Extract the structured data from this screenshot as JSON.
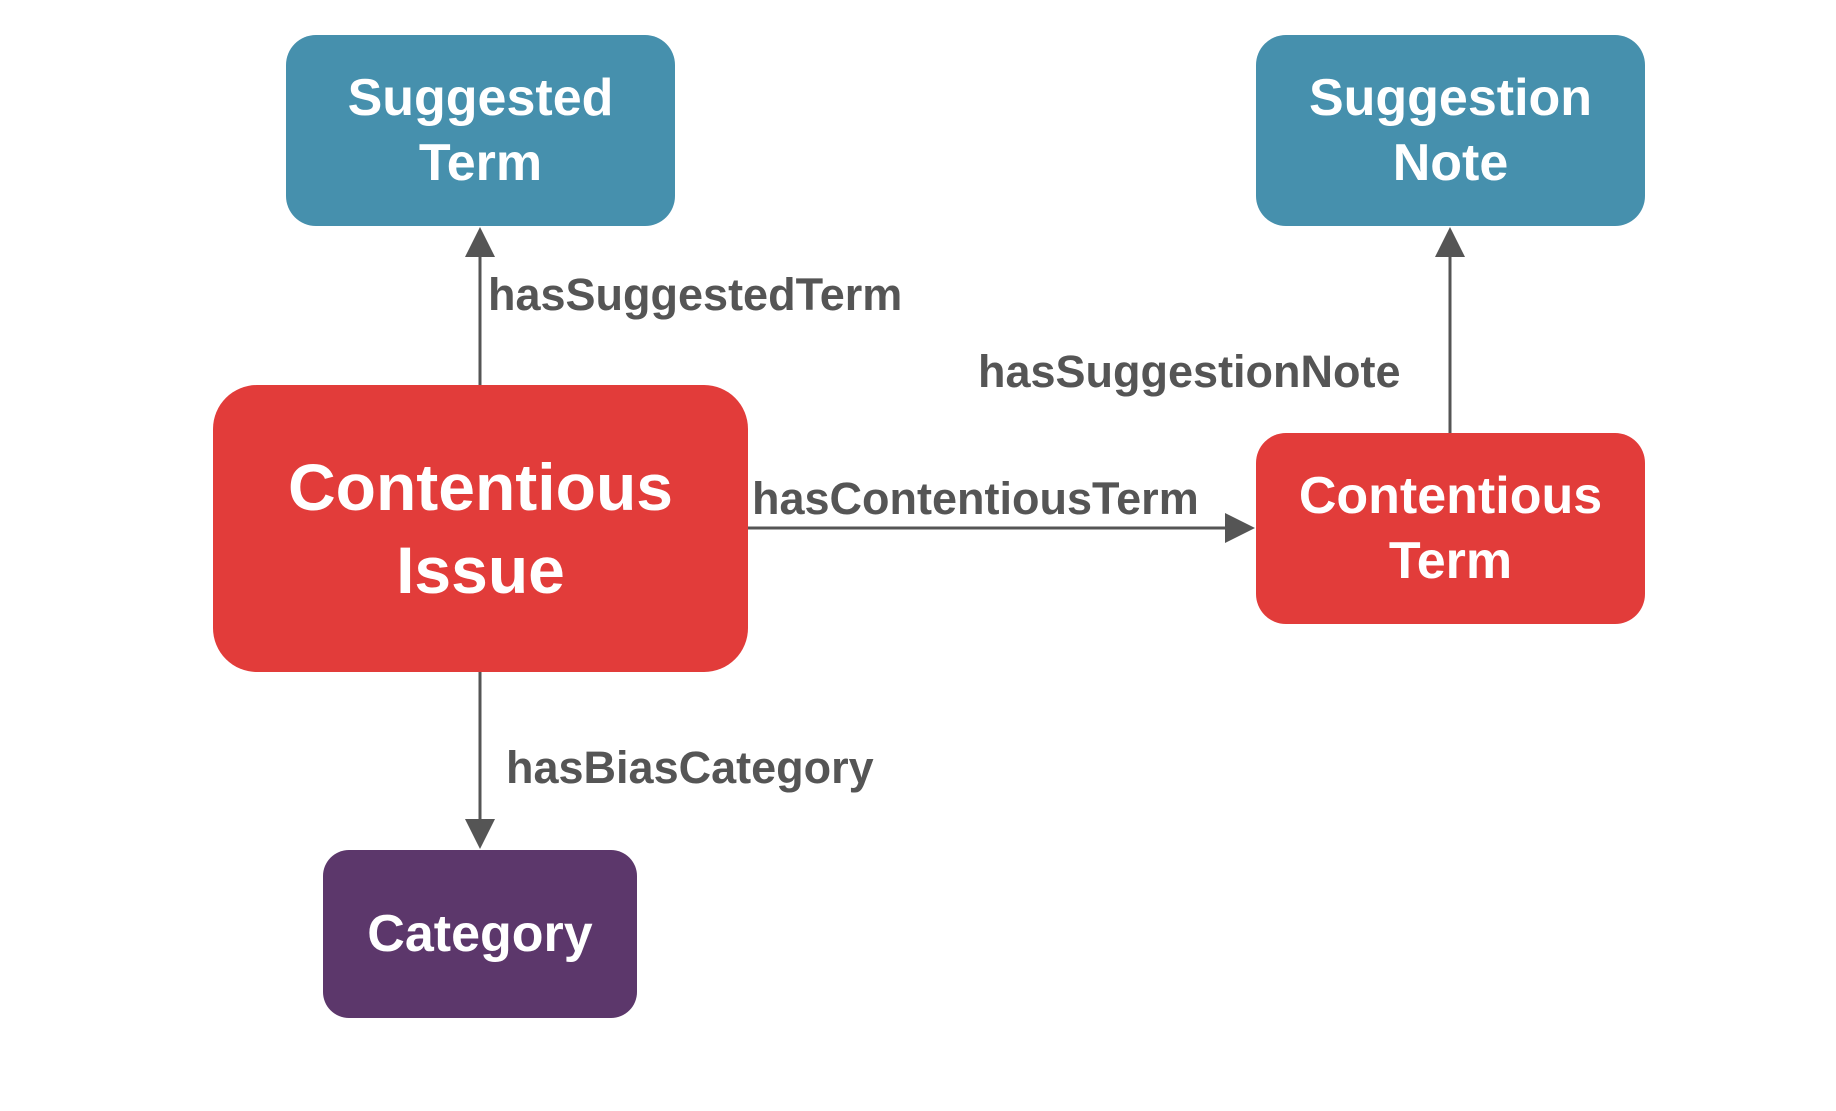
{
  "nodes": {
    "suggested_term": "Suggested\nTerm",
    "suggestion_note": "Suggestion\nNote",
    "contentious_issue": "Contentious\nIssue",
    "contentious_term": "Contentious\nTerm",
    "category": "Category"
  },
  "edges": {
    "has_suggested_term": "hasSuggestedTerm",
    "has_suggestion_note": "hasSuggestionNote",
    "has_contentious_term": "hasContentiousTerm",
    "has_bias_category": "hasBiasCategory"
  },
  "colors": {
    "blue_node": "#4690ad",
    "red_node": "#e23c3a",
    "purple_node": "#5c376b",
    "edge": "#555555"
  }
}
